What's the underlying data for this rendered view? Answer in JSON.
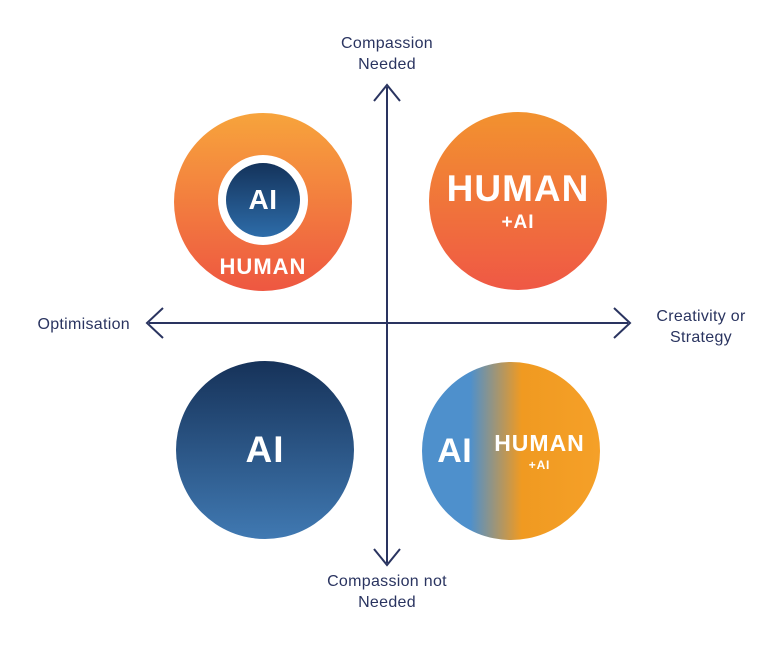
{
  "axes": {
    "top_label": "Compassion\nNeeded",
    "bottom_label": "Compassion not\nNeeded",
    "left_label": "Optimisation",
    "right_label": "Creativity or\nStrategy"
  },
  "quadrants": {
    "top_left": {
      "inner_label": "AI",
      "outer_label": "HUMAN"
    },
    "top_right": {
      "title": "HUMAN",
      "subtitle": "+AI"
    },
    "bottom_left": {
      "label": "AI"
    },
    "bottom_right": {
      "left_label": "AI",
      "right_title": "HUMAN",
      "right_subtitle": "+AI"
    }
  },
  "colors": {
    "axis_navy": "#2A3460",
    "orange_gradient_top": "#F7A43C",
    "orange_gradient_bottom": "#EE5741",
    "navy_gradient_top": "#163259",
    "navy_gradient_bottom": "#4079B2",
    "split_blue": "#4E90CC",
    "split_orange": "#F09A21",
    "circle_text": "#FFFFFF",
    "background": "#FFFFFF"
  }
}
